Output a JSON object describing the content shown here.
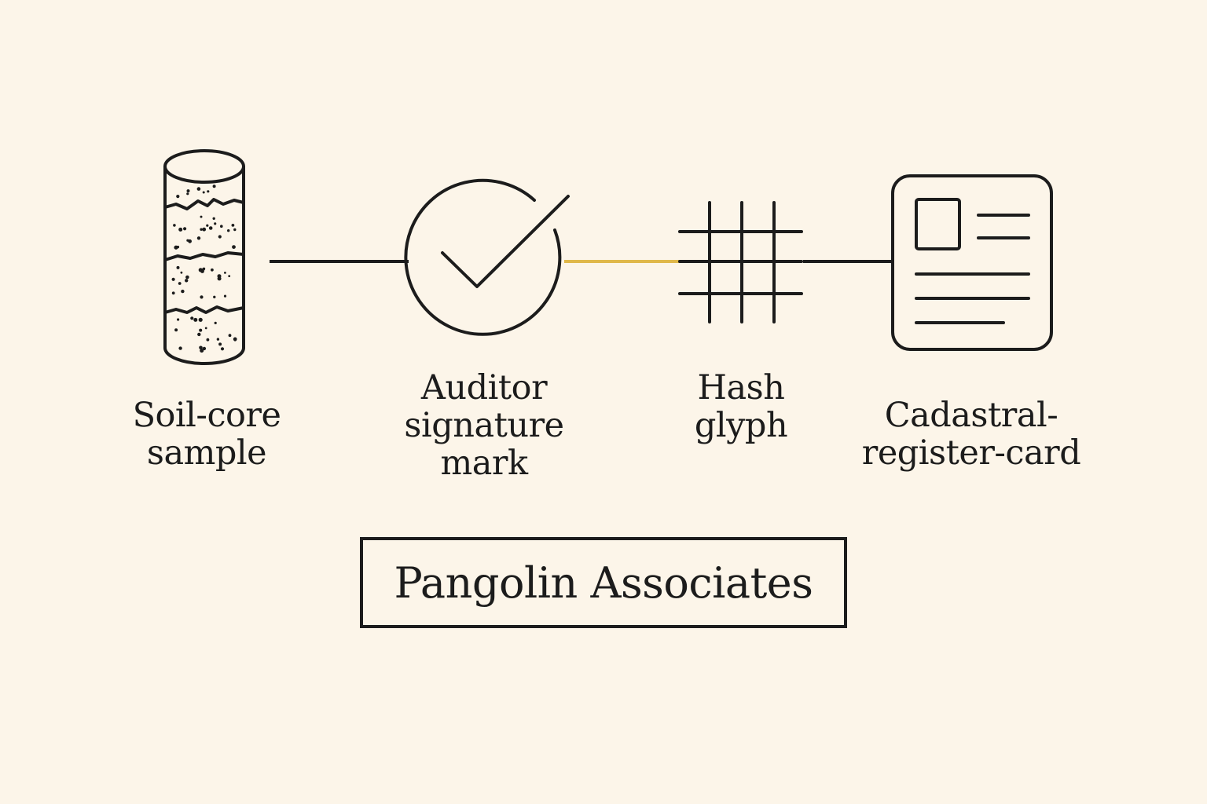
{
  "colors": {
    "background": "#fcf5e9",
    "ink": "#1c1c1c",
    "accent_link": "#e0b84a"
  },
  "nodes": [
    {
      "id": "soil",
      "icon": "soil-core-icon",
      "label_lines": [
        "Soil-core",
        "sample"
      ]
    },
    {
      "id": "auditor",
      "icon": "auditor-check-icon",
      "label_lines": [
        "Auditor",
        "signature",
        "mark"
      ]
    },
    {
      "id": "hash",
      "icon": "hash-grid-icon",
      "label_lines": [
        "Hash",
        "glyph"
      ]
    },
    {
      "id": "cadastral",
      "icon": "register-card-icon",
      "label_lines": [
        "Cadastral-",
        "register-card"
      ]
    }
  ],
  "links": [
    {
      "from": "soil",
      "to": "auditor",
      "color": "ink"
    },
    {
      "from": "auditor",
      "to": "hash",
      "color": "accent_link"
    },
    {
      "from": "hash",
      "to": "cadastral",
      "color": "ink"
    }
  ],
  "org": {
    "name": "Pangolin Associates"
  }
}
